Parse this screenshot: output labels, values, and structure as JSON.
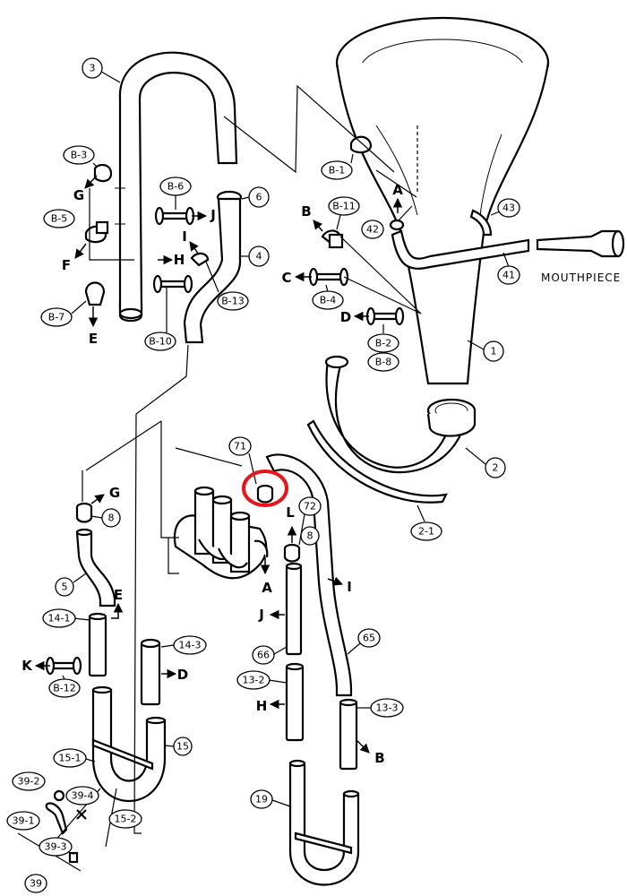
{
  "colors": {
    "line": "#000000",
    "background": "#ffffff",
    "highlight": "#e8141a"
  },
  "labels": {
    "p3": "3",
    "p6": "6",
    "p4": "4",
    "p1": "1",
    "p2": "2",
    "p2_1": "2-1",
    "p42": "42",
    "p43": "43",
    "p41": "41",
    "p71": "71",
    "p72": "72",
    "p8a": "8",
    "p8b": "8",
    "p5": "5",
    "p14_1": "14-1",
    "p14_3": "14-3",
    "p66": "66",
    "p65": "65",
    "p13_2": "13-2",
    "p13_3": "13-3",
    "p15": "15",
    "p15_1": "15-1",
    "p15_2": "15-2",
    "p19": "19",
    "p39": "39",
    "p39_1": "39-1",
    "p39_2": "39-2",
    "p39_3": "39-3",
    "p39_4": "39-4",
    "b3": "B-3",
    "b5": "B-5",
    "b6": "B-6",
    "b7": "B-7",
    "b10": "B-10",
    "b13": "B-13",
    "b1": "B-1",
    "b11": "B-11",
    "b4": "B-4",
    "b2": "B-2",
    "b8": "B-8",
    "b12": "B-12",
    "mouthpiece": "MOUTHPIECE"
  },
  "letters": {
    "G1": "G",
    "F": "F",
    "E1": "E",
    "J1": "J",
    "I1": "I",
    "H1": "H",
    "A1": "A",
    "B1": "B",
    "C": "C",
    "D1": "D",
    "G2": "G",
    "E2": "E",
    "K": "K",
    "D2": "D",
    "A2": "A",
    "L": "L",
    "I2": "I",
    "J2": "J",
    "H2": "H",
    "B2": "B"
  }
}
